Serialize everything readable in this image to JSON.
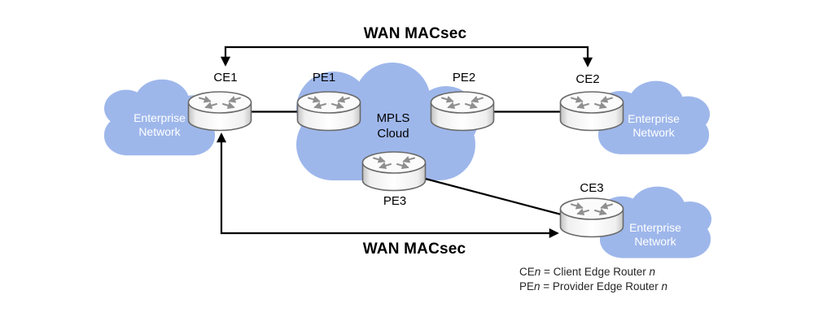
{
  "title_top": "WAN MACsec",
  "title_bottom": "WAN MACsec",
  "routers": {
    "ce1": "CE1",
    "pe1": "PE1",
    "pe2": "PE2",
    "ce2": "CE2",
    "pe3": "PE3",
    "ce3": "CE3"
  },
  "clouds": {
    "enterprise_left": {
      "line1": "Enterprise",
      "line2": "Network"
    },
    "enterprise_right_top": {
      "line1": "Enterprise",
      "line2": "Network"
    },
    "enterprise_right_bottom": {
      "line1": "Enterprise",
      "line2": "Network"
    },
    "mpls": {
      "line1": "MPLS",
      "line2": "Cloud"
    }
  },
  "legend": {
    "ce": {
      "p1": "CE",
      "i1": "n",
      "p2": " = Client Edge Router ",
      "i2": "n"
    },
    "pe": {
      "p1": "PE",
      "i1": "n",
      "p2": " = Provider Edge Router ",
      "i2": "n"
    }
  },
  "colors": {
    "cloud": "#9EB7EB",
    "cloud_text": "#FFFFFF",
    "line": "#000000",
    "label_text": "#000000",
    "legend_text": "#262626"
  }
}
